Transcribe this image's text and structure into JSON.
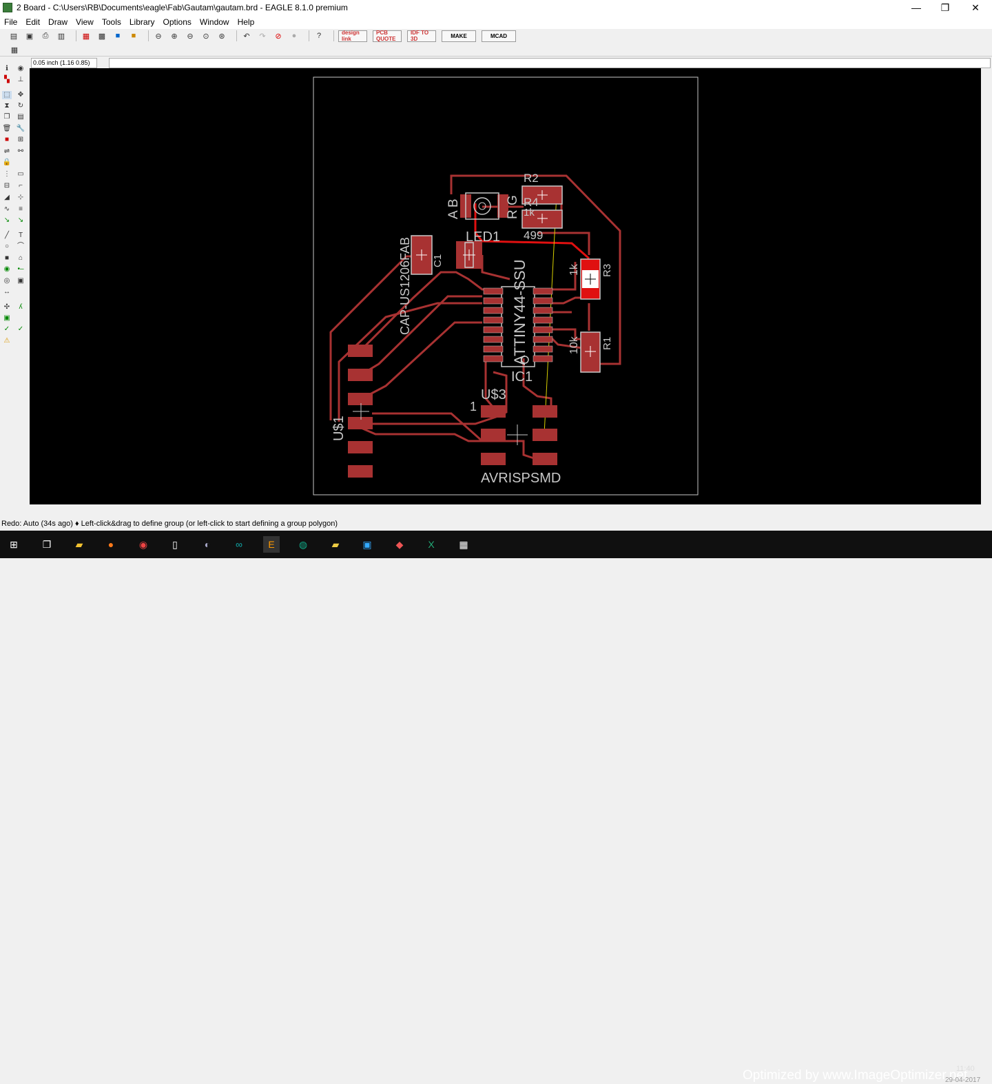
{
  "window": {
    "title": "2 Board - C:\\Users\\RB\\Documents\\eagle\\Fab\\Gautam\\gautam.brd - EAGLE 8.1.0 premium",
    "minimize": "—",
    "maximize": "❐",
    "close": "✕"
  },
  "menu": [
    "File",
    "Edit",
    "Draw",
    "View",
    "Tools",
    "Library",
    "Options",
    "Window",
    "Help"
  ],
  "toolbar": {
    "ext_buttons": [
      "design link",
      "PCB QUOTE",
      "IDF TO 3D",
      "MAKE",
      "MCAD"
    ]
  },
  "coord": "0.05 inch (1.16 0.85)",
  "command": "",
  "board": {
    "labels": {
      "r2": "R2",
      "r4": "R4",
      "r4_val": "1k",
      "r2_val": "499",
      "led": "LED1",
      "led_pins": "A B",
      "led_pins2": "G",
      "led_pins3": "R",
      "c1": "C1",
      "cap_value": "CAP-US1206FAB",
      "r3": "R3",
      "r3_val": "1k",
      "r1": "R1",
      "r1_val": "10k",
      "ic_value": "ATTINY44-SSU",
      "ic": "IC1",
      "u3": "U$3",
      "u3_pin": "1",
      "u1": "U$1",
      "avr": "AVRISPSMD"
    }
  },
  "status": "Redo: Auto (34s ago)  ♦ Left-click&drag to define group (or left-click to start defining a group polygon)",
  "watermark": "Optimized by www.ImageOptimizer.net",
  "clock": {
    "time": "11:40",
    "date": "29-04-2017"
  },
  "colors": {
    "copper": "#a83232",
    "selected": "#e01010",
    "canvas": "#000000",
    "outline": "#c8c8c8"
  }
}
